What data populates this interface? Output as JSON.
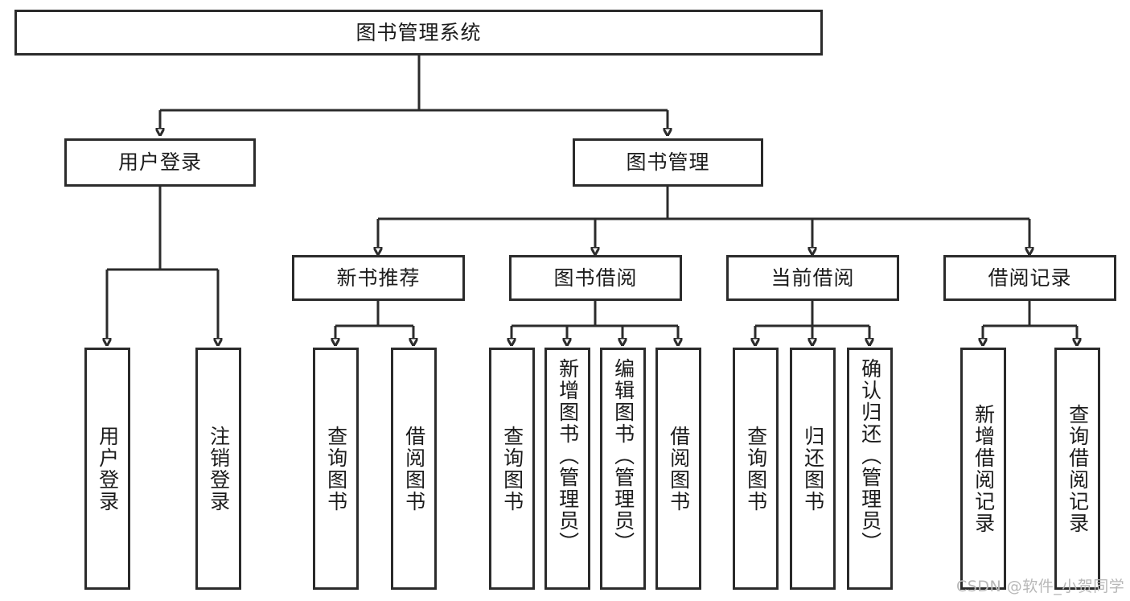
{
  "diagram": {
    "title": "图书管理系统",
    "type": "tree",
    "root": {
      "label": "图书管理系统"
    },
    "level2": [
      {
        "label": "用户登录"
      },
      {
        "label": "图书管理"
      }
    ],
    "level3": [
      {
        "label": "新书推荐"
      },
      {
        "label": "图书借阅"
      },
      {
        "label": "当前借阅"
      },
      {
        "label": "借阅记录"
      }
    ],
    "leaves": {
      "user_login": [
        {
          "label": "用户登录"
        },
        {
          "label": "注销登录"
        }
      ],
      "new_book_recommend": [
        {
          "label": "查询图书"
        },
        {
          "label": "借阅图书"
        }
      ],
      "book_borrow": [
        {
          "label": "查询图书"
        },
        {
          "label": "新增图书（管理员）"
        },
        {
          "label": "编辑图书（管理员）"
        },
        {
          "label": "借阅图书"
        }
      ],
      "current_borrow": [
        {
          "label": "查询图书"
        },
        {
          "label": "归还图书"
        },
        {
          "label": "确认归还（管理员）"
        }
      ],
      "borrow_record": [
        {
          "label": "新增借阅记录"
        },
        {
          "label": "查询借阅记录"
        }
      ]
    }
  },
  "watermark": {
    "text": "CSDN @软件_小贺同学"
  },
  "colors": {
    "stroke": "#2b2b2b",
    "background": "#ffffff",
    "text": "#1b1b1b",
    "watermark": "#b8b8b8"
  }
}
